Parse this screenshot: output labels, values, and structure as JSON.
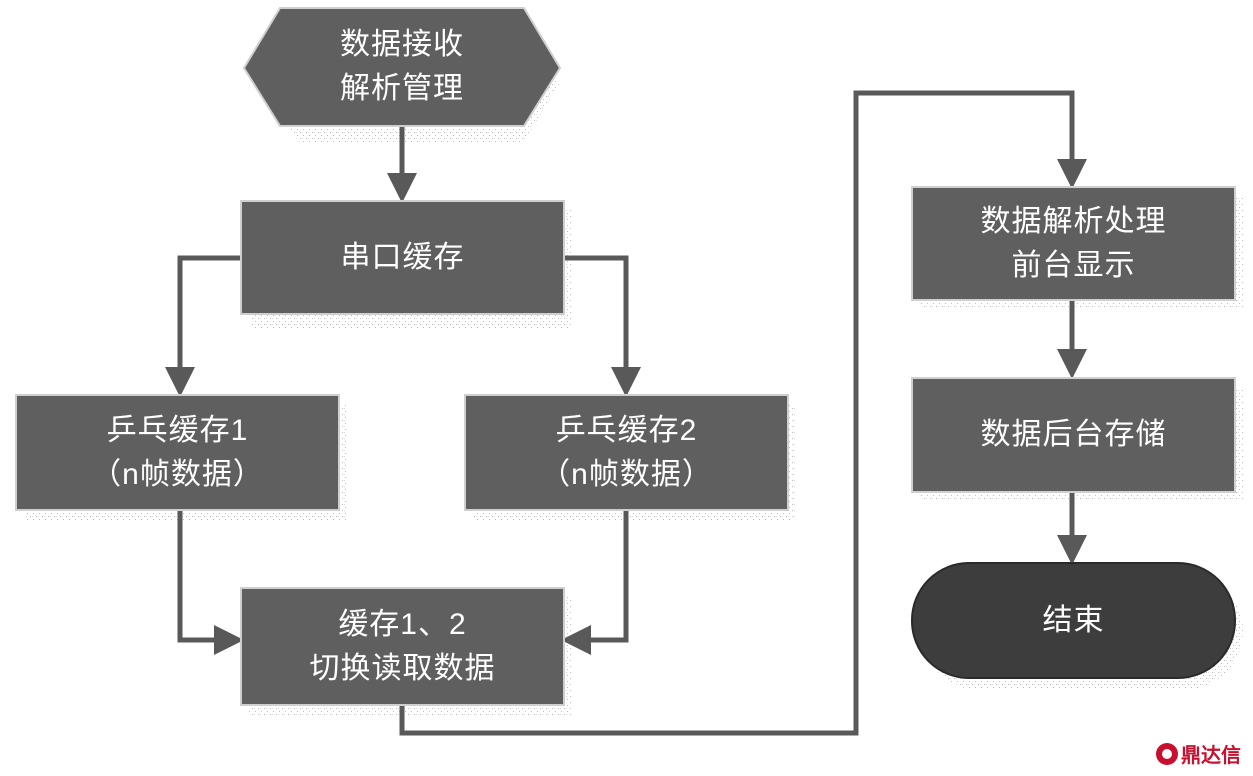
{
  "nodes": {
    "receive": {
      "line1": "数据接收",
      "line2": "解析管理"
    },
    "serial_buffer": {
      "line1": "串口缓存"
    },
    "pingpong1": {
      "line1": "乒乓缓存1",
      "line2": "（n帧数据）"
    },
    "pingpong2": {
      "line1": "乒乓缓存2",
      "line2": "（n帧数据）"
    },
    "switch": {
      "line1": "缓存1、2",
      "line2": "切换读取数据"
    },
    "process": {
      "line1": "数据解析处理",
      "line2": "前台显示"
    },
    "store": {
      "line1": "数据后台存储"
    },
    "end": {
      "line1": "结束"
    }
  },
  "colors": {
    "box_fill": "#5f5f5f",
    "terminal_fill": "#3d3d3d",
    "arrow": "#595959",
    "text": "#ffffff",
    "brand": "#c8102e"
  },
  "watermark": {
    "text": "鼎达信",
    "icon": "brand-logo-icon"
  }
}
